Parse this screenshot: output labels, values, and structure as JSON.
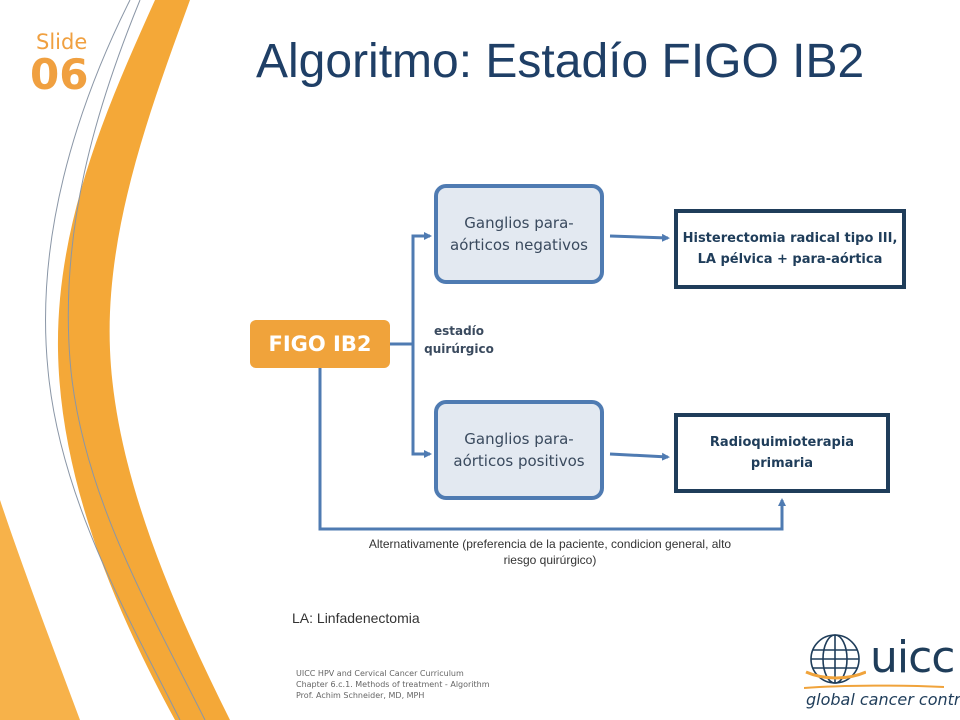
{
  "slide": {
    "label": "Slide",
    "number": "06"
  },
  "title": "Algoritmo: Estadío FIGO IB2",
  "diagram": {
    "start": "FIGO IB2",
    "branch_label_line1": "estadío",
    "branch_label_line2": "quirúrgico",
    "node_negative_line1": "Ganglios para-",
    "node_negative_line2": "aórticos negativos",
    "node_positive_line1": "Ganglios para-",
    "node_positive_line2": "aórticos positivos",
    "result_negative_line1": "Histerectomia radical tipo III,",
    "result_negative_line2": "LA pélvica + para-aórtica",
    "result_positive_line1": "Radioquimioterapia",
    "result_positive_line2": "primaria",
    "alternative_line1": "Alternativamente (preferencia de la paciente, condicion general, alto",
    "alternative_line2": "riesgo quirúrgico)"
  },
  "footnote": "LA: Linfadenectomia",
  "credits": {
    "line1": "UICC HPV and Cervical Cancer Curriculum",
    "line2": "Chapter 6.c.1. Methods of treatment - Algorithm",
    "line3": "Prof. Achim Schneider, MD, MPH"
  },
  "logo": {
    "name": "uicc",
    "tagline": "global cancer control"
  },
  "colors": {
    "orange": "#f0a33b",
    "navy": "#1f3d5a",
    "blue": "#4f7bb2",
    "title": "#1f3f66"
  }
}
